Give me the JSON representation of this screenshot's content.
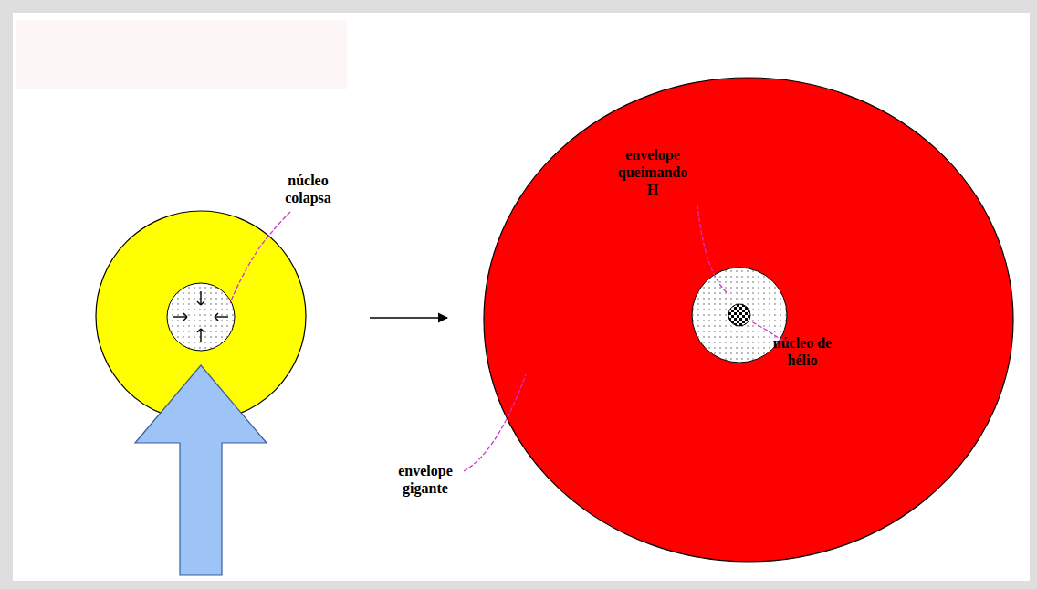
{
  "diagram": {
    "labels": [
      "núcleo colapsa",
      "envelope queimando H",
      "núcleo de hélio",
      "envelope gigante"
    ]
  }
}
